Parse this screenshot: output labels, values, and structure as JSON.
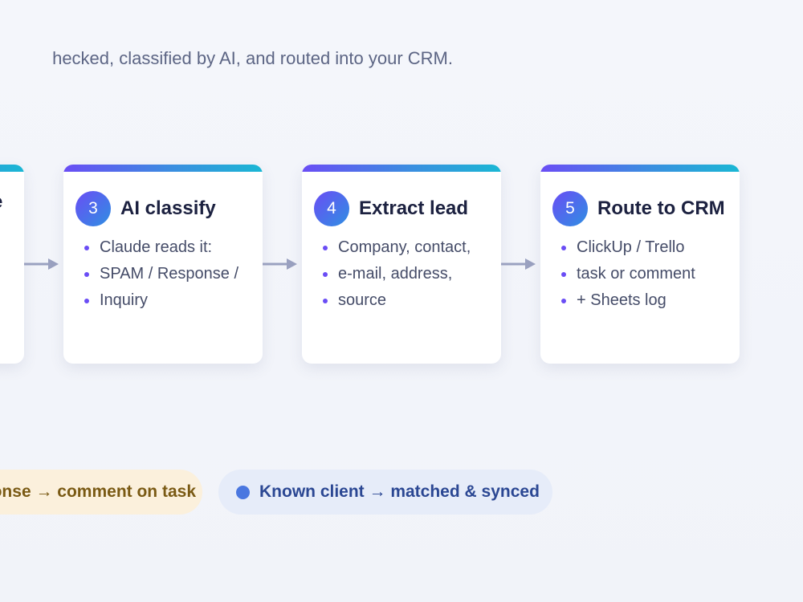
{
  "subtitle": "hecked, classified by AI, and routed into your CRM.",
  "steps": [
    {
      "number": "",
      "title": "e",
      "bullets": []
    },
    {
      "number": "3",
      "title": "AI classify",
      "bullets": [
        "Claude reads it:",
        "SPAM / Response /",
        "Inquiry"
      ]
    },
    {
      "number": "4",
      "title": "Extract lead",
      "bullets": [
        "Company, contact,",
        "e-mail, address,",
        "source"
      ]
    },
    {
      "number": "5",
      "title": "Route to CRM",
      "bullets": [
        "ClickUp / Trello",
        "task or comment",
        "+ Sheets log"
      ]
    }
  ],
  "legend": [
    {
      "label": "onse → comment on task",
      "color": "#fbf0dc"
    },
    {
      "label": "Known client → matched & synced",
      "color": "#e6ecf9"
    }
  ],
  "colors": {
    "accent_start": "#6a4df5",
    "accent_end": "#1ab7d4",
    "arrow": "#9aa1c0"
  }
}
